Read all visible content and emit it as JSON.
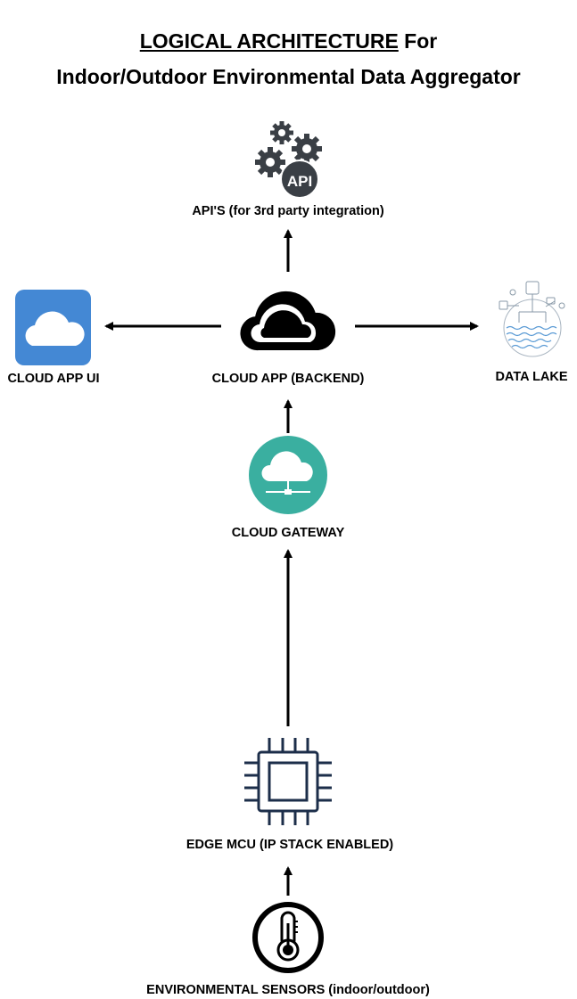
{
  "title": {
    "line1_underlined": "LOGICAL ARCHITECTURE",
    "line1_rest": " For",
    "line2": "Indoor/Outdoor Environmental Data Aggregator"
  },
  "nodes": {
    "apis": {
      "label": "API'S (for 3rd party integration)",
      "icon": "api-gears-icon",
      "badge": "API"
    },
    "cloud_app_ui": {
      "label": "CLOUD APP UI",
      "icon": "cloud-app-icon",
      "color": "#4488d4"
    },
    "cloud_app_backend": {
      "label": "CLOUD APP (BACKEND)",
      "icon": "cloud-outline-icon"
    },
    "data_lake": {
      "label": "DATA LAKE",
      "icon": "data-lake-icon"
    },
    "cloud_gateway": {
      "label": "CLOUD GATEWAY",
      "icon": "cloud-network-icon",
      "color": "#3aafa0"
    },
    "edge_mcu": {
      "label": "EDGE MCU (IP STACK ENABLED)",
      "icon": "microchip-icon",
      "color": "#1c2e4a"
    },
    "sensors": {
      "label": "ENVIRONMENTAL SENSORS (indoor/outdoor)",
      "icon": "thermometer-icon"
    }
  },
  "arrows": [
    {
      "from": "ENVIRONMENTAL SENSORS (indoor/outdoor)",
      "to": "EDGE MCU (IP STACK ENABLED)"
    },
    {
      "from": "EDGE MCU (IP STACK ENABLED)",
      "to": "CLOUD GATEWAY"
    },
    {
      "from": "CLOUD GATEWAY",
      "to": "CLOUD APP (BACKEND)"
    },
    {
      "from": "CLOUD APP (BACKEND)",
      "to": "API'S (for 3rd party integration)"
    },
    {
      "from": "CLOUD APP (BACKEND)",
      "to": "CLOUD APP UI"
    },
    {
      "from": "CLOUD APP (BACKEND)",
      "to": "DATA LAKE"
    }
  ]
}
